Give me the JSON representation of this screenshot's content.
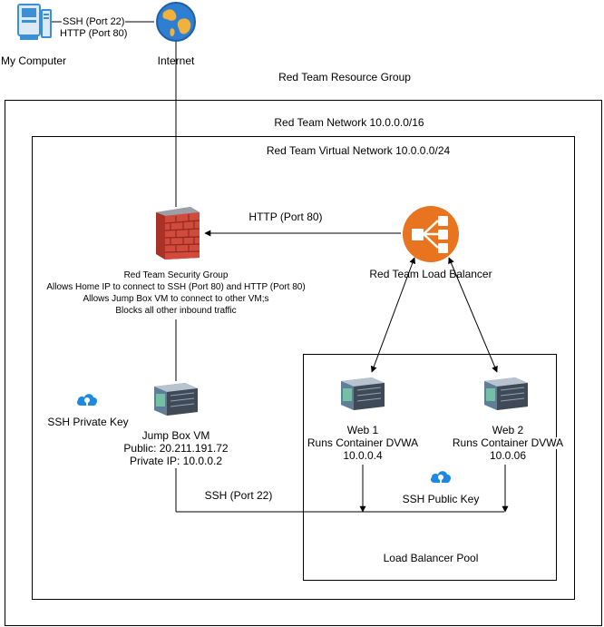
{
  "nodes": {
    "my_computer": "My Computer",
    "internet": "Internet",
    "security_group": {
      "title": "Red Team Security Group",
      "rules": [
        "Allows Home IP to connect to SSH (Port 80) and HTTP (Port 80)",
        "Allows Jump Box VM to connect to other VM;s",
        "Blocks all other inbound traffic"
      ]
    },
    "load_balancer": "Red Team Load Balancer",
    "jump_box": {
      "name": "Jump Box VM",
      "public": "Public: 20.211.191.72",
      "private": "Private IP: 10.0.0.2"
    },
    "web1": {
      "name": "Web 1",
      "container": "Runs Container DVWA",
      "ip": "10.0.0.4"
    },
    "web2": {
      "name": "Web 2",
      "container": "Runs Container DVWA",
      "ip": "10.0.06"
    },
    "ssh_private_key": "SSH Private Key",
    "ssh_public_key": "SSH Public Key"
  },
  "groups": {
    "resource_group": "Red Team Resource Group",
    "network": "Red Team Network 10.0.0.0/16",
    "vnet": "Red Team Virtual Network 10.0.0.0/24",
    "lb_pool": "Load Balancer Pool"
  },
  "edges": {
    "home_link_line1": "SSH (Port 22)",
    "home_link_line2": "HTTP (Port 80)",
    "lb_to_sg": "HTTP (Port 80)",
    "jump_ssh": "SSH (Port 22)"
  },
  "colors": {
    "firewall": "#c0392b",
    "load_balancer": "#e8741f",
    "key": "#1e88e5",
    "computer": "#3a8fd6"
  }
}
